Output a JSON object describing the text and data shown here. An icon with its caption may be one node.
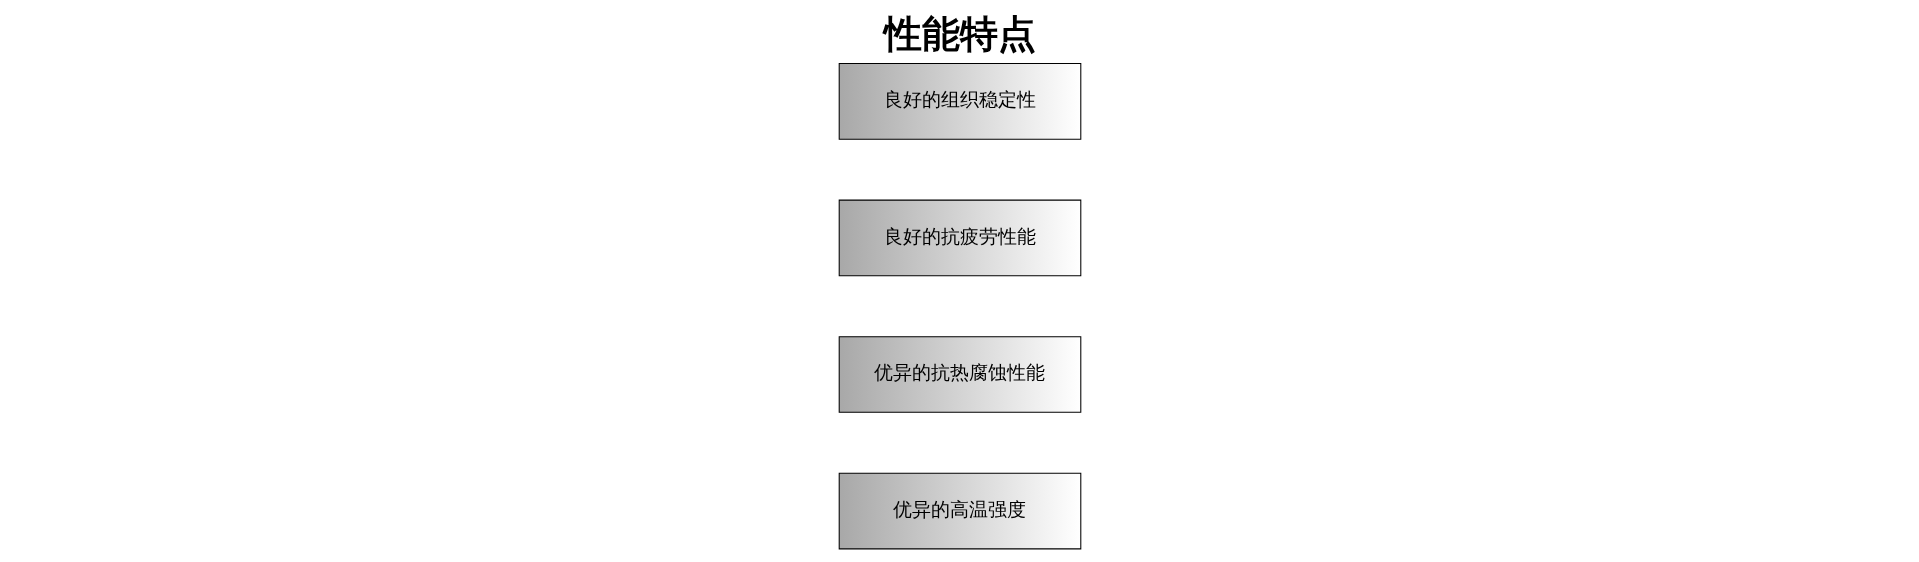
{
  "diagram": {
    "title": "性能特点",
    "nodes": [
      {
        "text": [
          "优异的高温强度"
        ]
      },
      {
        "text": [
          "优异的抗热腐蚀性能"
        ]
      },
      {
        "text": [
          "良好的抗疲劳性能"
        ]
      },
      {
        "text": [
          "良好的组织稳定性"
        ]
      }
    ]
  }
}
